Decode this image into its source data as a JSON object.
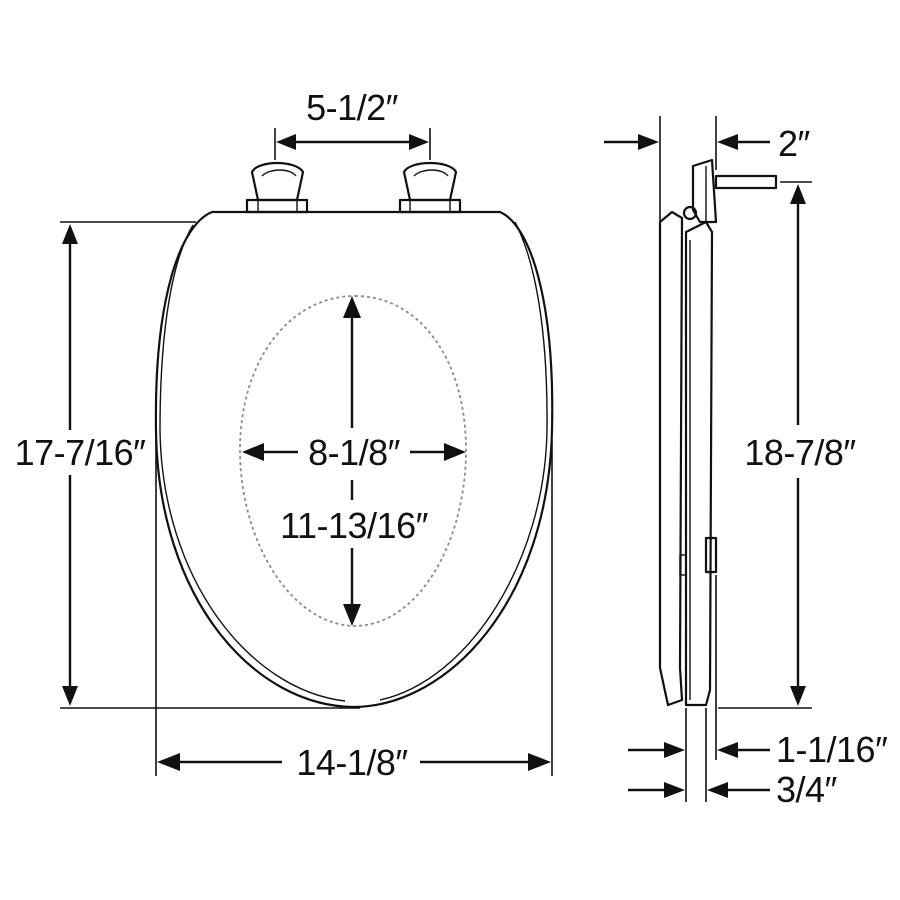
{
  "dimensions": {
    "hinge_spacing": "5-1/2″",
    "seat_length": "17-7/16″",
    "opening_width": "8-1/8″",
    "opening_length": "11-13/16″",
    "seat_width": "14-1/8″",
    "hinge_post_offset": "2″",
    "overall_length": "18-7/8″",
    "lid_thickness": "1-1/16″",
    "seat_thickness": "3/4″"
  },
  "colors": {
    "line": "#111111",
    "dotted_opening": "#8a8a8a",
    "background": "#ffffff"
  }
}
